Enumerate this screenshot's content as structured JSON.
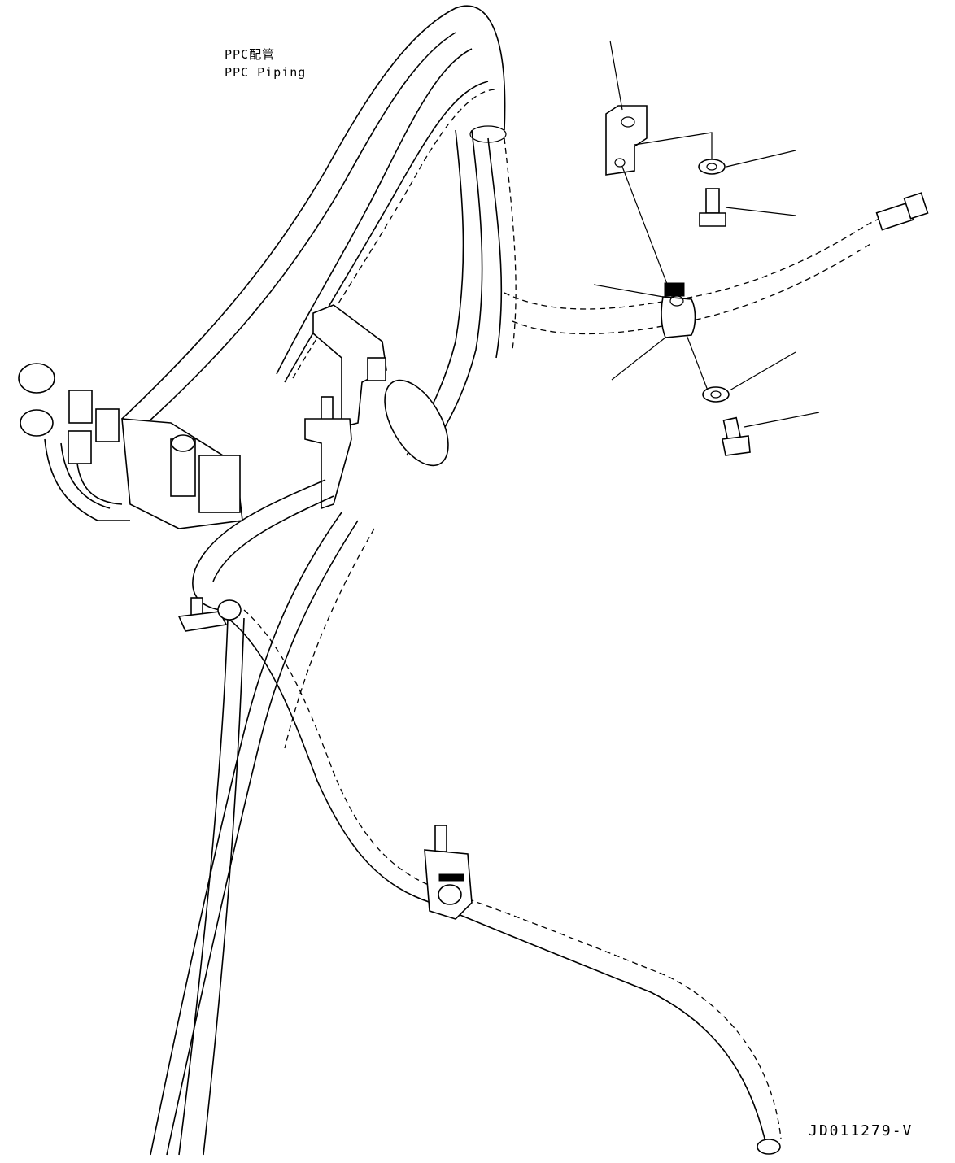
{
  "labels": {
    "title_jp": "PPC配管",
    "title_en": "PPC Piping",
    "drawing_code": "JD011279-V"
  }
}
